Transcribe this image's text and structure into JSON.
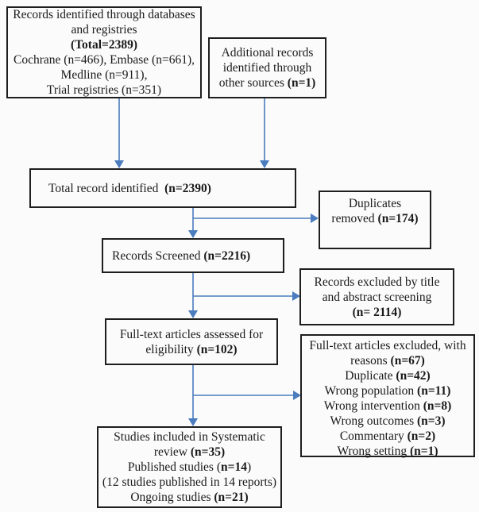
{
  "diagram": {
    "title": "PRISMA study flow diagram",
    "colors": {
      "arrow": "#4a7cbe",
      "border": "#1e1e1e",
      "background": "#fbfbfb",
      "text": "#1a1a1a"
    },
    "boxes": {
      "records_identified": {
        "lines": [
          [
            {
              "t": "Records identified through databases",
              "b": false
            }
          ],
          [
            {
              "t": "and registries",
              "b": false
            }
          ],
          [
            {
              "t": "(Total=2389)",
              "b": true
            }
          ],
          [
            {
              "t": "Cochrane (n=466), Embase (n=661),",
              "b": false
            }
          ],
          [
            {
              "t": "Medline (n=911),",
              "b": false
            }
          ],
          [
            {
              "t": "Trial registries (n=351)",
              "b": false
            }
          ]
        ]
      },
      "additional_records": {
        "lines": [
          [
            {
              "t": "Additional records",
              "b": false
            }
          ],
          [
            {
              "t": "identified through",
              "b": false
            }
          ],
          [
            {
              "t": "other sources ",
              "b": false
            },
            {
              "t": "(n=1)",
              "b": true
            }
          ]
        ]
      },
      "total_identified": {
        "lines": [
          [
            {
              "t": "Total record identified  ",
              "b": false
            },
            {
              "t": "(n=2390)",
              "b": true
            }
          ]
        ]
      },
      "duplicates_removed": {
        "lines": [
          [
            {
              "t": "Duplicates",
              "b": false
            }
          ],
          [
            {
              "t": "removed ",
              "b": false
            },
            {
              "t": "(n=174)",
              "b": true
            }
          ]
        ]
      },
      "records_screened": {
        "lines": [
          [
            {
              "t": "Records Screened ",
              "b": false
            },
            {
              "t": "(n=2216)",
              "b": true
            }
          ]
        ]
      },
      "records_excluded": {
        "lines": [
          [
            {
              "t": "Records excluded by title",
              "b": false
            }
          ],
          [
            {
              "t": "and abstract screening",
              "b": false
            }
          ],
          [
            {
              "t": "(n= 2114)",
              "b": true
            }
          ]
        ]
      },
      "fulltext_assessed": {
        "lines": [
          [
            {
              "t": "Full-text articles assessed for",
              "b": false
            }
          ],
          [
            {
              "t": "eligibility ",
              "b": false
            },
            {
              "t": "(n=102)",
              "b": true
            }
          ]
        ]
      },
      "fulltext_excluded": {
        "lines": [
          [
            {
              "t": "Full-text articles excluded, with",
              "b": false
            }
          ],
          [
            {
              "t": "reasons ",
              "b": false
            },
            {
              "t": "(n=67)",
              "b": true
            }
          ],
          [
            {
              "t": "Duplicate ",
              "b": false
            },
            {
              "t": "(n=42)",
              "b": true
            }
          ],
          [
            {
              "t": "Wrong population ",
              "b": false
            },
            {
              "t": "(n=11)",
              "b": true
            }
          ],
          [
            {
              "t": "Wrong intervention ",
              "b": false
            },
            {
              "t": "(n=8)",
              "b": true
            }
          ],
          [
            {
              "t": "Wrong outcomes ",
              "b": false
            },
            {
              "t": "(n=3)",
              "b": true
            }
          ],
          [
            {
              "t": "Commentary ",
              "b": false
            },
            {
              "t": "(n=2)",
              "b": true
            }
          ],
          [
            {
              "t": "Wrong setting ",
              "b": false
            },
            {
              "t": "(n=1)",
              "b": true
            }
          ]
        ]
      },
      "studies_included": {
        "lines": [
          [
            {
              "t": "Studies included in Systematic",
              "b": false
            }
          ],
          [
            {
              "t": "review ",
              "b": false
            },
            {
              "t": "(n=35)",
              "b": true
            }
          ],
          [
            {
              "t": "Published studies (",
              "b": false
            },
            {
              "t": "n=14",
              "b": true
            },
            {
              "t": ")",
              "b": false
            }
          ],
          [
            {
              "t": "(12 studies published in 14 reports)",
              "b": false
            }
          ],
          [
            {
              "t": "Ongoing studies ",
              "b": false
            },
            {
              "t": "(n=21)",
              "b": true
            }
          ]
        ]
      }
    }
  }
}
